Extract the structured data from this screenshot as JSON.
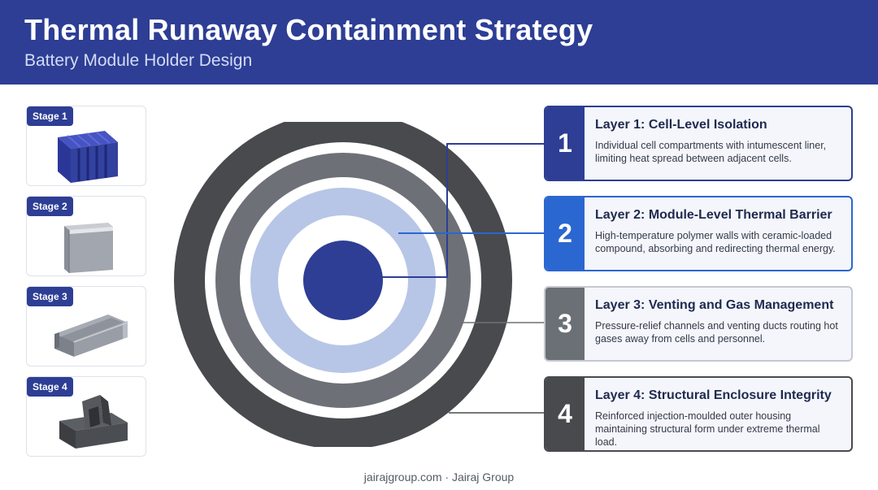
{
  "header": {
    "title": "Thermal Runaway Containment Strategy",
    "subtitle": "Battery Module Holder Design"
  },
  "stages": [
    {
      "label": "Stage 1",
      "icon": "ribbed-cell-holder-icon"
    },
    {
      "label": "Stage 2",
      "icon": "barrier-plate-icon"
    },
    {
      "label": "Stage 3",
      "icon": "vent-channel-icon"
    },
    {
      "label": "Stage 4",
      "icon": "enclosure-bracket-icon"
    }
  ],
  "layers": [
    {
      "number": "1",
      "title": "Layer 1: Cell-Level Isolation",
      "description": "Individual cell compartments with intumescent liner, limiting heat spread between adjacent cells.",
      "color": "#2d3e94",
      "border": "#2d3e94"
    },
    {
      "number": "2",
      "title": "Layer 2: Module-Level Thermal Barrier",
      "description": "High-temperature polymer walls with ceramic-loaded compound, absorbing and redirecting thermal energy.",
      "color": "#2b67d0",
      "border": "#2b67d0"
    },
    {
      "number": "3",
      "title": "Layer 3: Venting and Gas Management",
      "description": "Pressure-relief channels and venting ducts routing hot gases away from cells and personnel.",
      "color": "#6b7076",
      "border": "#c4c8d0"
    },
    {
      "number": "4",
      "title": "Layer 4: Structural Enclosure Integrity",
      "description": "Reinforced injection-moulded outer housing maintaining structural form under extreme thermal load.",
      "color": "#484a4d",
      "border": "#484a4d"
    }
  ],
  "rings": {
    "outer": "#484a4d",
    "middle": "#6d7177",
    "inner": "#b7c6e6",
    "core": "#2d3e94"
  },
  "footer": "jairajgroup.com · Jairaj Group"
}
